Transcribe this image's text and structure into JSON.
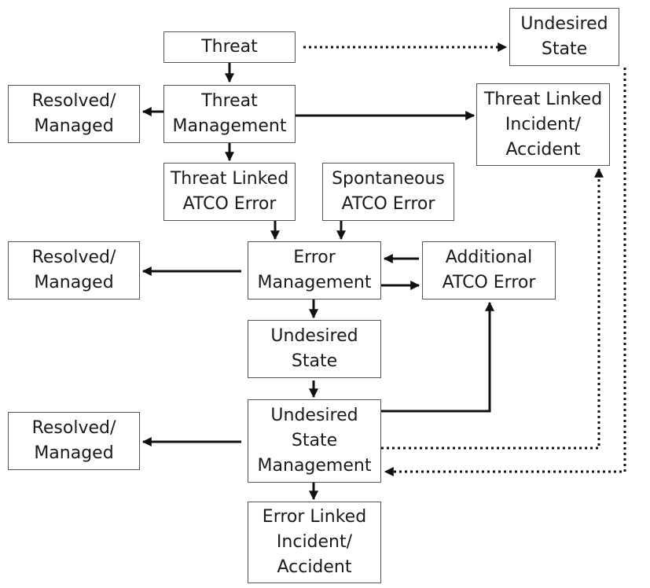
{
  "diagram": {
    "nodes": [
      {
        "id": "threat",
        "label": "Threat"
      },
      {
        "id": "undesired-state-top",
        "label": "Undesired\nState"
      },
      {
        "id": "resolved-1",
        "label": "Resolved/\nManaged"
      },
      {
        "id": "threat-management",
        "label": "Threat\nManagement"
      },
      {
        "id": "threat-linked-incident",
        "label": "Threat Linked\nIncident/\nAccident"
      },
      {
        "id": "threat-linked-atco-error",
        "label": "Threat Linked\nATCO Error"
      },
      {
        "id": "spontaneous-atco-error",
        "label": "Spontaneous\nATCO Error"
      },
      {
        "id": "resolved-2",
        "label": "Resolved/\nManaged"
      },
      {
        "id": "error-management",
        "label": "Error\nManagement"
      },
      {
        "id": "additional-atco-error",
        "label": "Additional\nATCO Error"
      },
      {
        "id": "undesired-state",
        "label": "Undesired\nState"
      },
      {
        "id": "resolved-3",
        "label": "Resolved/\nManaged"
      },
      {
        "id": "undesired-state-management",
        "label": "Undesired\nState\nManagement"
      },
      {
        "id": "error-linked-incident",
        "label": "Error Linked\nIncident/\nAccident"
      }
    ],
    "edges": [
      {
        "from": "threat",
        "to": "undesired-state-top",
        "style": "dotted"
      },
      {
        "from": "threat",
        "to": "threat-management",
        "style": "solid"
      },
      {
        "from": "threat-management",
        "to": "resolved-1",
        "style": "solid"
      },
      {
        "from": "threat-management",
        "to": "threat-linked-incident",
        "style": "solid"
      },
      {
        "from": "threat-management",
        "to": "threat-linked-atco-error",
        "style": "solid"
      },
      {
        "from": "threat-linked-atco-error",
        "to": "error-management",
        "style": "solid"
      },
      {
        "from": "spontaneous-atco-error",
        "to": "error-management",
        "style": "solid"
      },
      {
        "from": "error-management",
        "to": "resolved-2",
        "style": "solid"
      },
      {
        "from": "additional-atco-error",
        "to": "error-management",
        "style": "solid"
      },
      {
        "from": "error-management",
        "to": "additional-atco-error",
        "style": "solid"
      },
      {
        "from": "error-management",
        "to": "undesired-state",
        "style": "solid"
      },
      {
        "from": "undesired-state",
        "to": "undesired-state-management",
        "style": "solid"
      },
      {
        "from": "undesired-state-management",
        "to": "additional-atco-error",
        "style": "solid"
      },
      {
        "from": "undesired-state-management",
        "to": "resolved-3",
        "style": "solid"
      },
      {
        "from": "undesired-state-management",
        "to": "threat-linked-incident",
        "style": "dotted"
      },
      {
        "from": "undesired-state-top",
        "to": "undesired-state-management",
        "style": "dotted"
      },
      {
        "from": "undesired-state-management",
        "to": "error-linked-incident",
        "style": "solid"
      }
    ]
  },
  "colors": {
    "line": "#111111",
    "border": "#555555",
    "text": "#1a1a1a"
  }
}
